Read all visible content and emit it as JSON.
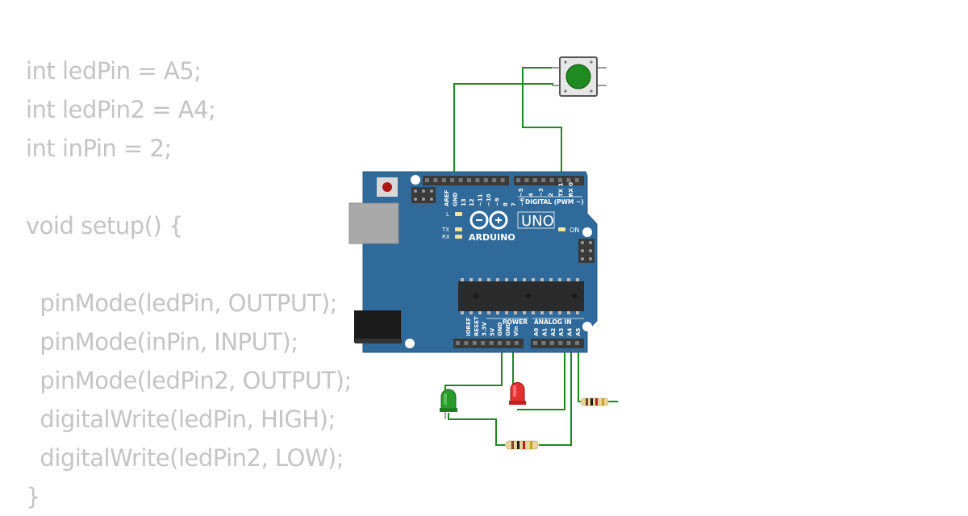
{
  "code": {
    "lines": [
      "int ledPin = A5;",
      "int ledPin2 = A4;",
      "int inPin = 2;",
      "",
      "void setup() {",
      "",
      "  pinMode(ledPin, OUTPUT);",
      "  pinMode(inPin, INPUT);",
      "  pinMode(ledPin2, OUTPUT);",
      "  digitalWrite(ledPin, HIGH);",
      "  digitalWrite(ledPin2, LOW);",
      "}"
    ]
  },
  "board": {
    "brand": "ARDUINO",
    "model": "UNO",
    "digital_header_label": "DIGITAL (PWM ~)",
    "power_label": "POWER",
    "analog_label": "ANALOG IN",
    "on_label": "ON",
    "led_l_label": "L",
    "tx_label": "TX",
    "rx_label": "RX",
    "digital_pins": [
      "AREF",
      "GND",
      "13",
      "12",
      "~11",
      "~10",
      "~9",
      "8",
      "7",
      "~6",
      "~5",
      "4",
      "~3",
      "2",
      "TX 1",
      "RX 0"
    ],
    "power_pins": [
      "IOREF",
      "RESET",
      "3.3V",
      "5V",
      "GND",
      "GND",
      "Vin"
    ],
    "analog_pins": [
      "A0",
      "A1",
      "A2",
      "A3",
      "A4",
      "A5"
    ],
    "colors": {
      "board": "#2f6a9a",
      "header": "#3a3a3a",
      "chip": "#2b2b2b"
    }
  },
  "components": {
    "led_green_color": "#2a9a2a",
    "led_red_color": "#e53030",
    "button_cap_color": "#1f8a1f",
    "wire_color": "#1e8a1e"
  }
}
